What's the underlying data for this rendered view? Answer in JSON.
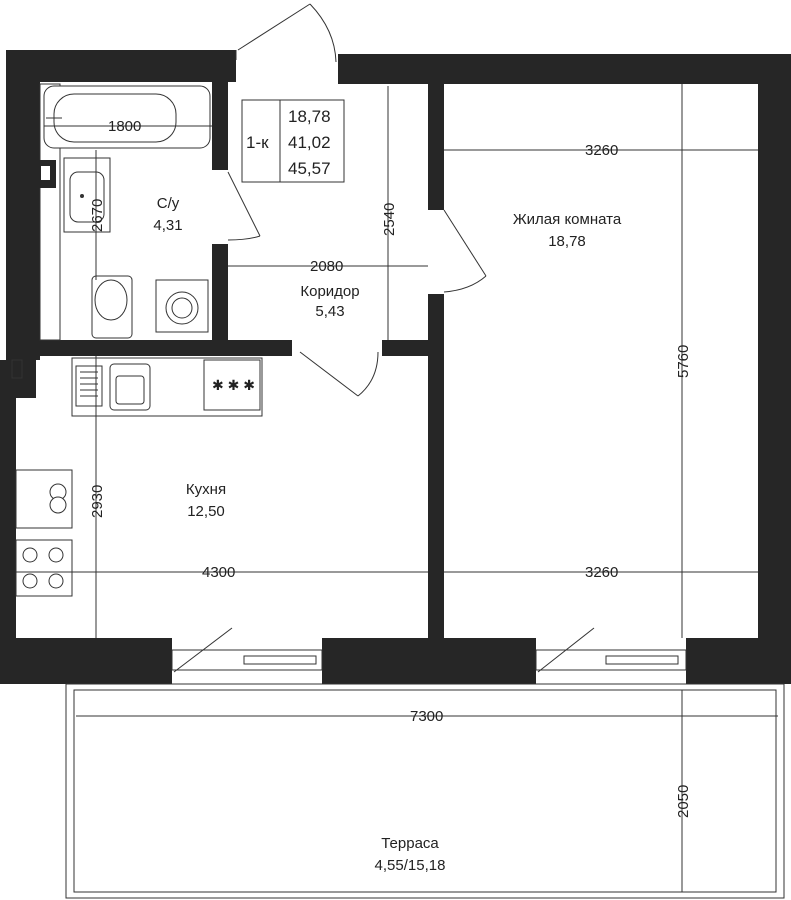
{
  "apartment": {
    "type": "1-к",
    "areas": [
      "18,78",
      "41,02",
      "45,57"
    ]
  },
  "rooms": {
    "bathroom": {
      "name": "С/у",
      "area": "4,31"
    },
    "corridor": {
      "name": "Коридор",
      "area": "5,43"
    },
    "living": {
      "name": "Жилая комната",
      "area": "18,78"
    },
    "kitchen": {
      "name": "Кухня",
      "area": "12,50"
    },
    "terrace": {
      "name": "Терраса",
      "area": "4,55/15,18"
    }
  },
  "dimensions": {
    "bath_width": "1800",
    "bath_height": "2670",
    "corridor_width": "2080",
    "corridor_height": "2540",
    "living_width_top": "3260",
    "living_width_bottom": "3260",
    "living_height": "5760",
    "kitchen_height": "2930",
    "kitchen_width": "4300",
    "terrace_width": "7300",
    "terrace_depth": "2050"
  },
  "colors": {
    "wall": "#262626",
    "line": "#333333",
    "background": "#ffffff"
  }
}
